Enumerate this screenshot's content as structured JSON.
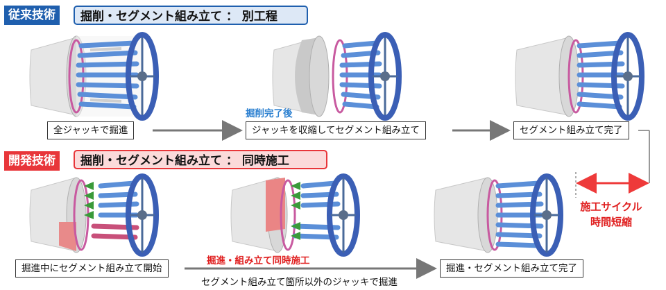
{
  "colors": {
    "conventional": "#1f5fae",
    "developed": "#e8363a",
    "conventional_box_fill": "#dde8f6",
    "developed_box_fill": "#fbdada",
    "note_blue": "#2a7fd0",
    "note_red": "#e02020"
  },
  "conventional": {
    "tag": "従来技術",
    "title": "掘削・セグメント組み立て ： 別工程",
    "steps": [
      "全ジャッキで掘進",
      "ジャッキを収縮してセグメント組み立て",
      "セグメント組み立て完了"
    ],
    "note": "掘削完了後"
  },
  "developed": {
    "tag": "開発技術",
    "title": "掘削・セグメント組み立て ： 同時施工",
    "steps": [
      "掘進中にセグメント組み立て開始",
      "掘進・セグメント組み立て完了"
    ],
    "note_top": "掘進・組み立て同時施工",
    "note_bottom": "セグメント組み立て箇所以外のジャッキで掘進",
    "cycle_label": [
      "施工サイクル",
      "時間短縮"
    ]
  }
}
